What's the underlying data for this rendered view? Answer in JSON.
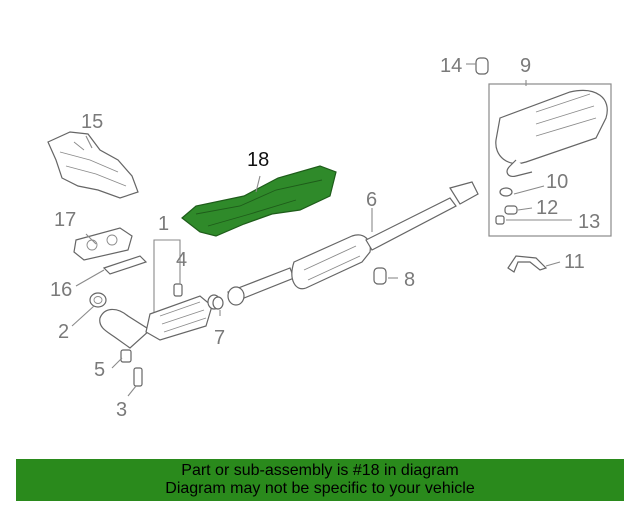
{
  "diagram": {
    "callouts": [
      "1",
      "2",
      "3",
      "4",
      "5",
      "6",
      "7",
      "8",
      "9",
      "10",
      "11",
      "12",
      "13",
      "14",
      "15",
      "16",
      "17",
      "18"
    ],
    "highlight_part": "18",
    "highlight_color": "#2f8a2a"
  },
  "banner": {
    "line1": "Part or sub-assembly is #18 in diagram",
    "line2": "Diagram may not be specific to your vehicle",
    "background": "#2a8a1c"
  }
}
